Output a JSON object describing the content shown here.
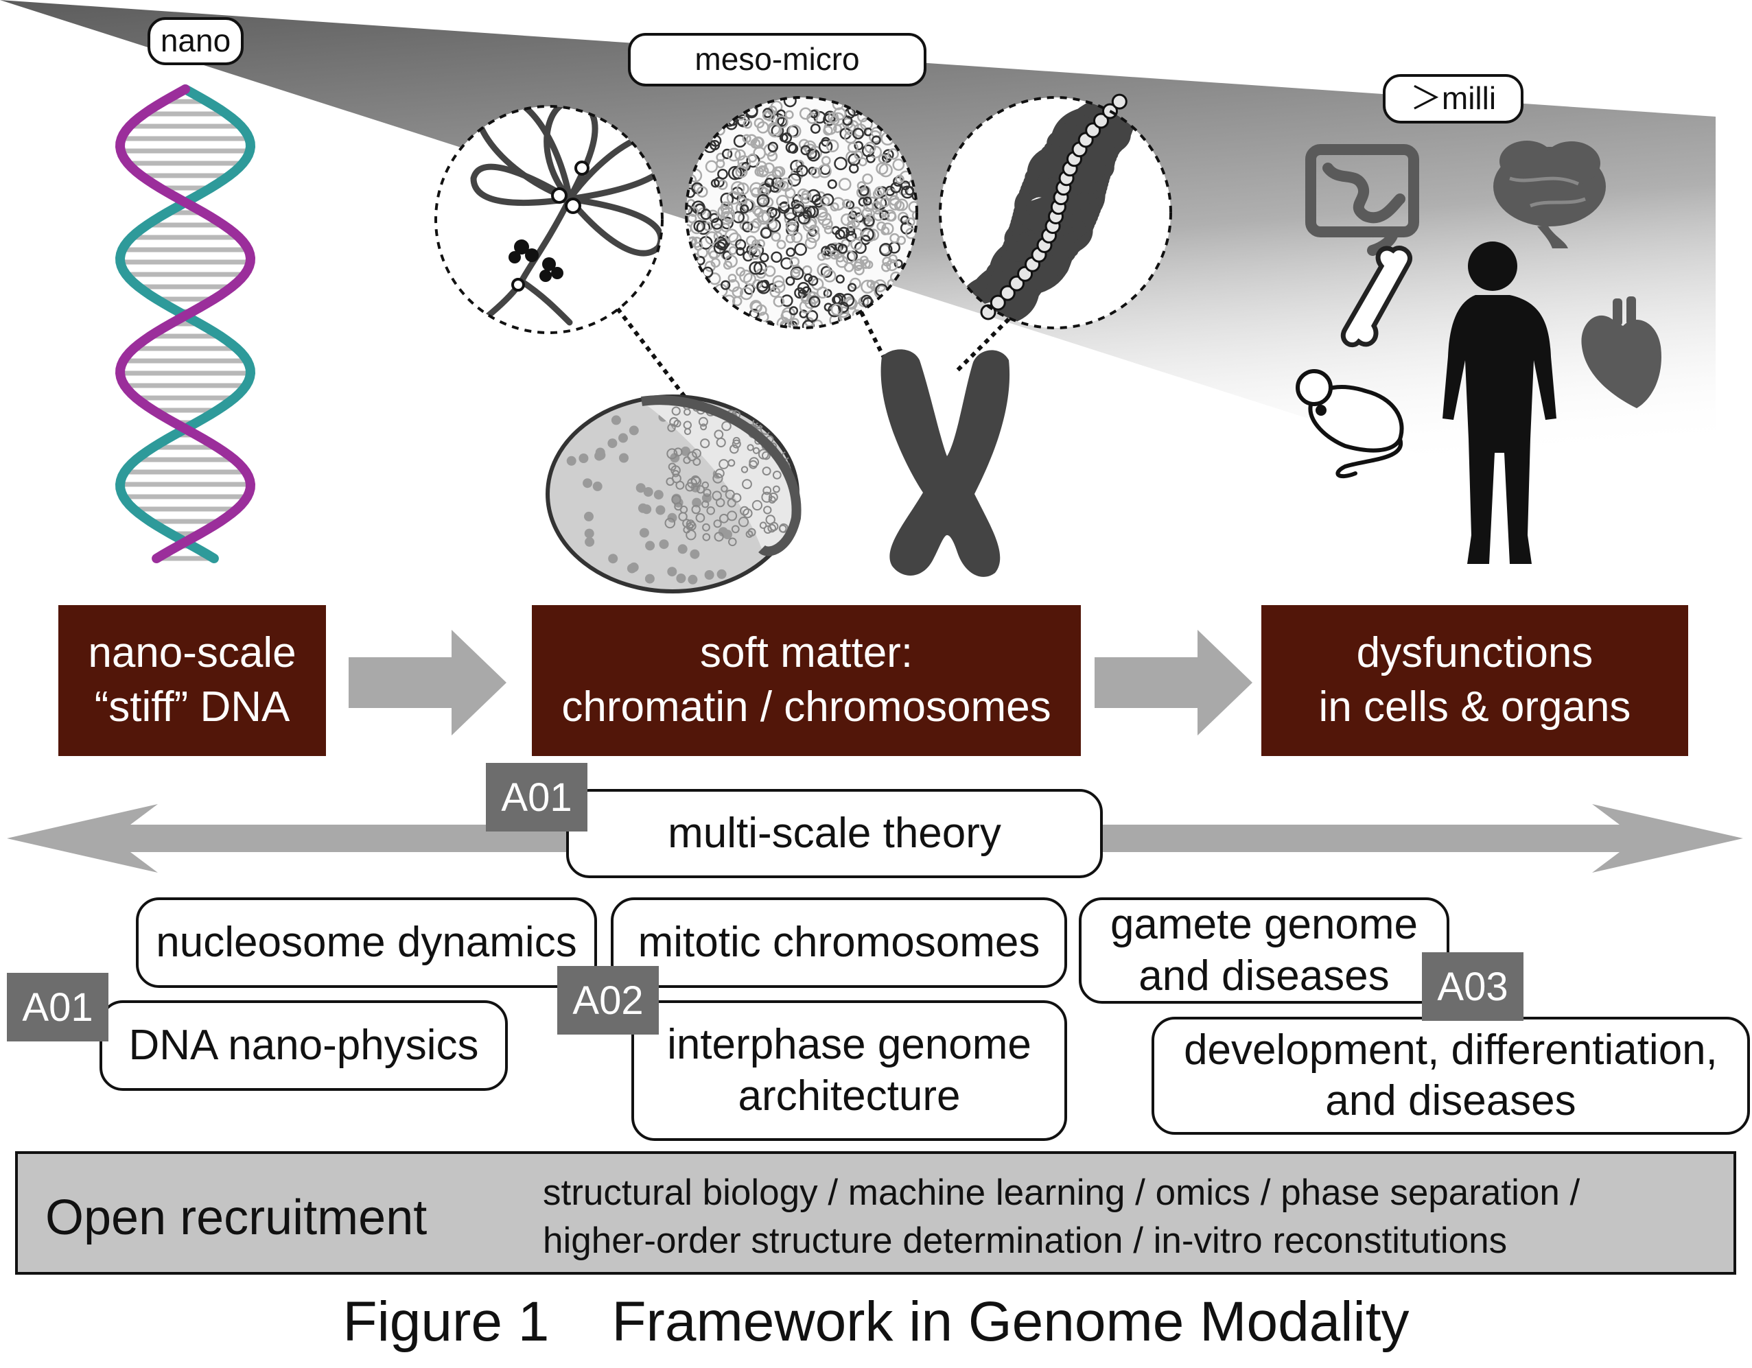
{
  "scale_tags": {
    "nano": "nano",
    "meso": "meso-micro",
    "milli": "＞milli"
  },
  "stages": {
    "dna": "nano-scale\n“stiff” DNA",
    "soft_matter": "soft matter:\nchromatin / chromosomes",
    "dysfunction": "dysfunctions\nin cells & organs"
  },
  "groups": {
    "a01": "A01",
    "a02": "A02",
    "a03": "A03"
  },
  "topics": {
    "theory": "multi-scale theory",
    "nucleosome": "nucleosome dynamics",
    "dna_physics": "DNA nano-physics",
    "mitotic": "mitotic chromosomes",
    "interphase": "interphase genome\narchitecture",
    "gamete": "gamete genome\nand diseases",
    "development": "development, differentiation,\nand diseases"
  },
  "recruitment": {
    "label": "Open recruitment",
    "text": "structural biology / machine learning / omics / phase separation /\nhigher-order structure determination / in-vitro reconstitutions"
  },
  "caption": "Figure 1    Framework in Genome Modality",
  "colors": {
    "stage_fill": "#521609",
    "code_fill": "#6d6d6d",
    "arrow_gray": "#a9a9a9",
    "band_fill": "#c4c4c4"
  },
  "icons": [
    "dna-double-helix-icon",
    "chromatin-loop-icon",
    "chromatin-cluster-icon",
    "chromatin-fiber-icon",
    "cell-nucleus-icon",
    "chromosome-icon",
    "intestine-icon",
    "brain-icon",
    "bone-icon",
    "human-figure-icon",
    "heart-icon",
    "mouse-icon"
  ]
}
